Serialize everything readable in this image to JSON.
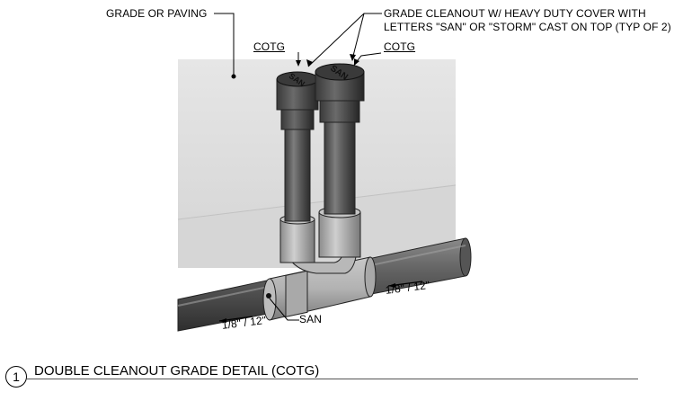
{
  "labels": {
    "grade": "GRADE OR PAVING",
    "note_line1": "GRADE CLEANOUT W/ HEAVY DUTY COVER WITH",
    "note_line2": "LETTERS \"SAN\" OR \"STORM\" CAST ON TOP (TYP OF 2)",
    "cotg_left": "COTG",
    "cotg_right": "COTG",
    "slope_right": "1/8\" / 12\"",
    "slope_left": "1/8\" / 12\"",
    "pipe": "SAN"
  },
  "title": {
    "number": "1",
    "text": "DOUBLE CLEANOUT GRADE DETAIL (COTG)"
  },
  "cover_text": "SAN",
  "colors": {
    "grade_plane": "#e2e2e2",
    "pipe_dark": "#4c4c4c",
    "pipe_light": "#9a9a9a",
    "fitting": "#b0b0b0",
    "cover": "#3a3a3a"
  }
}
